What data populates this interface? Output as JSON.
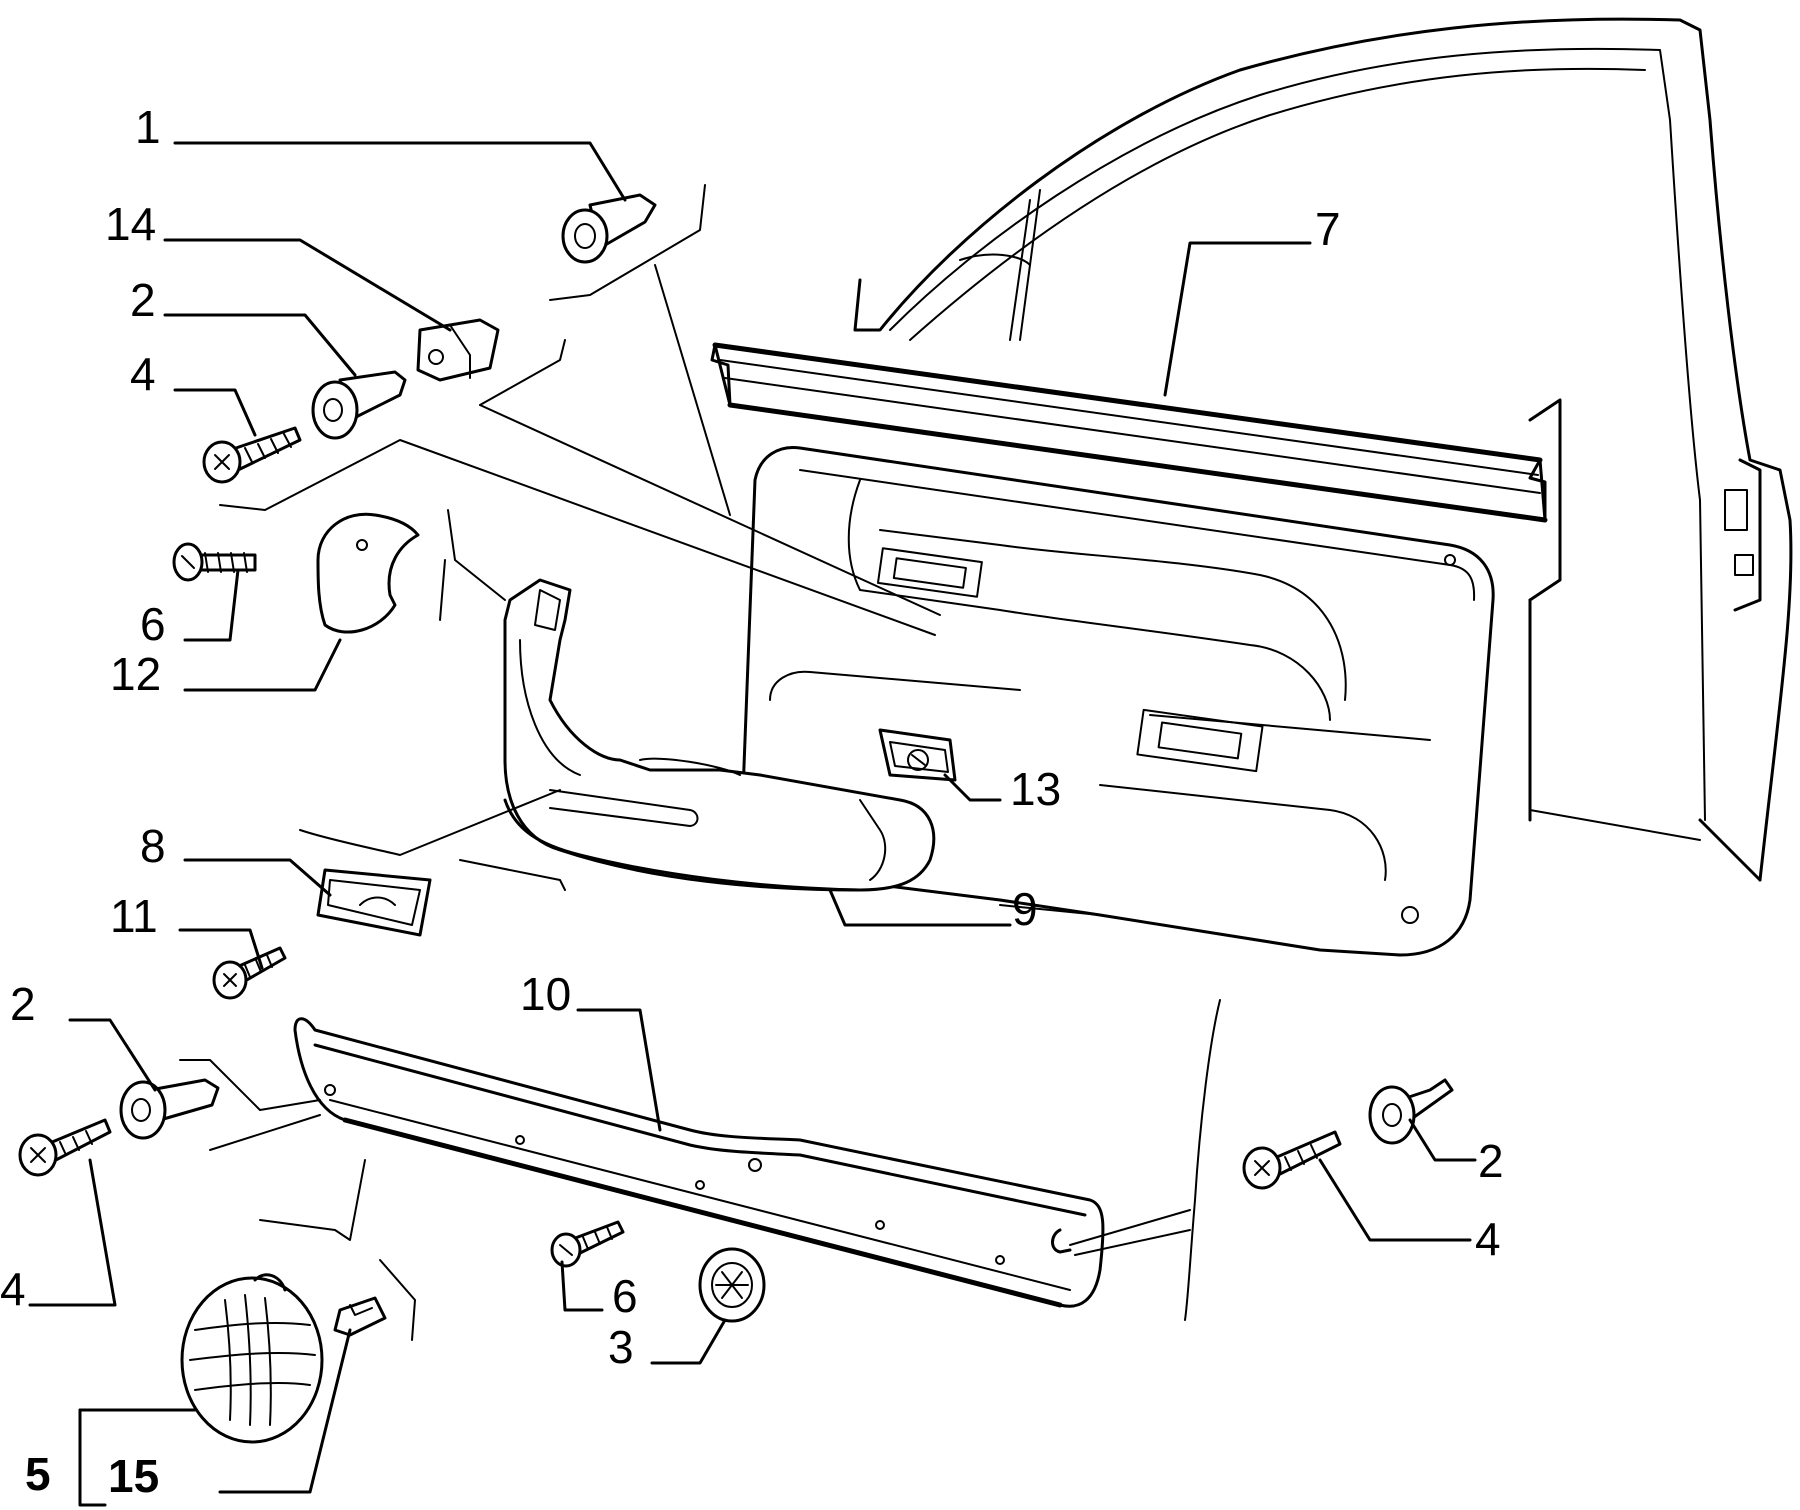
{
  "callouts": {
    "c1": "1",
    "c14": "14",
    "c2a": "2",
    "c4a": "4",
    "c6a": "6",
    "c12": "12",
    "c7": "7",
    "c13": "13",
    "c8": "8",
    "c9": "9",
    "c11": "11",
    "c10": "10",
    "c2b": "2",
    "c4b": "4",
    "c2c": "2",
    "c4c": "4",
    "c6b": "6",
    "c3": "3",
    "c5": "5",
    "c15": "15"
  }
}
